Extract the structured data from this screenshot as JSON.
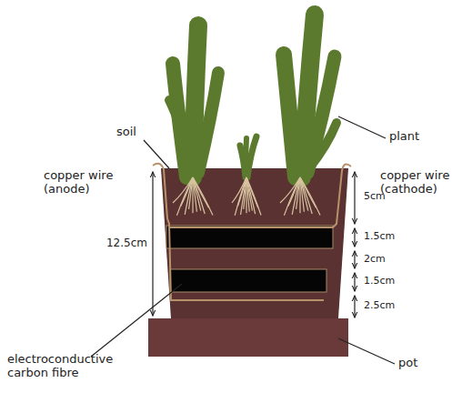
{
  "diagram": {
    "labels": [
      "soil",
      "plant",
      "copper wire (anode)",
      "copper wire (cathode)",
      "12.5cm",
      "5cm",
      "1.5cm",
      "2cm",
      "1.5cm",
      "2.5cm",
      "electroconductive carbon fibre",
      "pot"
    ]
  }
}
